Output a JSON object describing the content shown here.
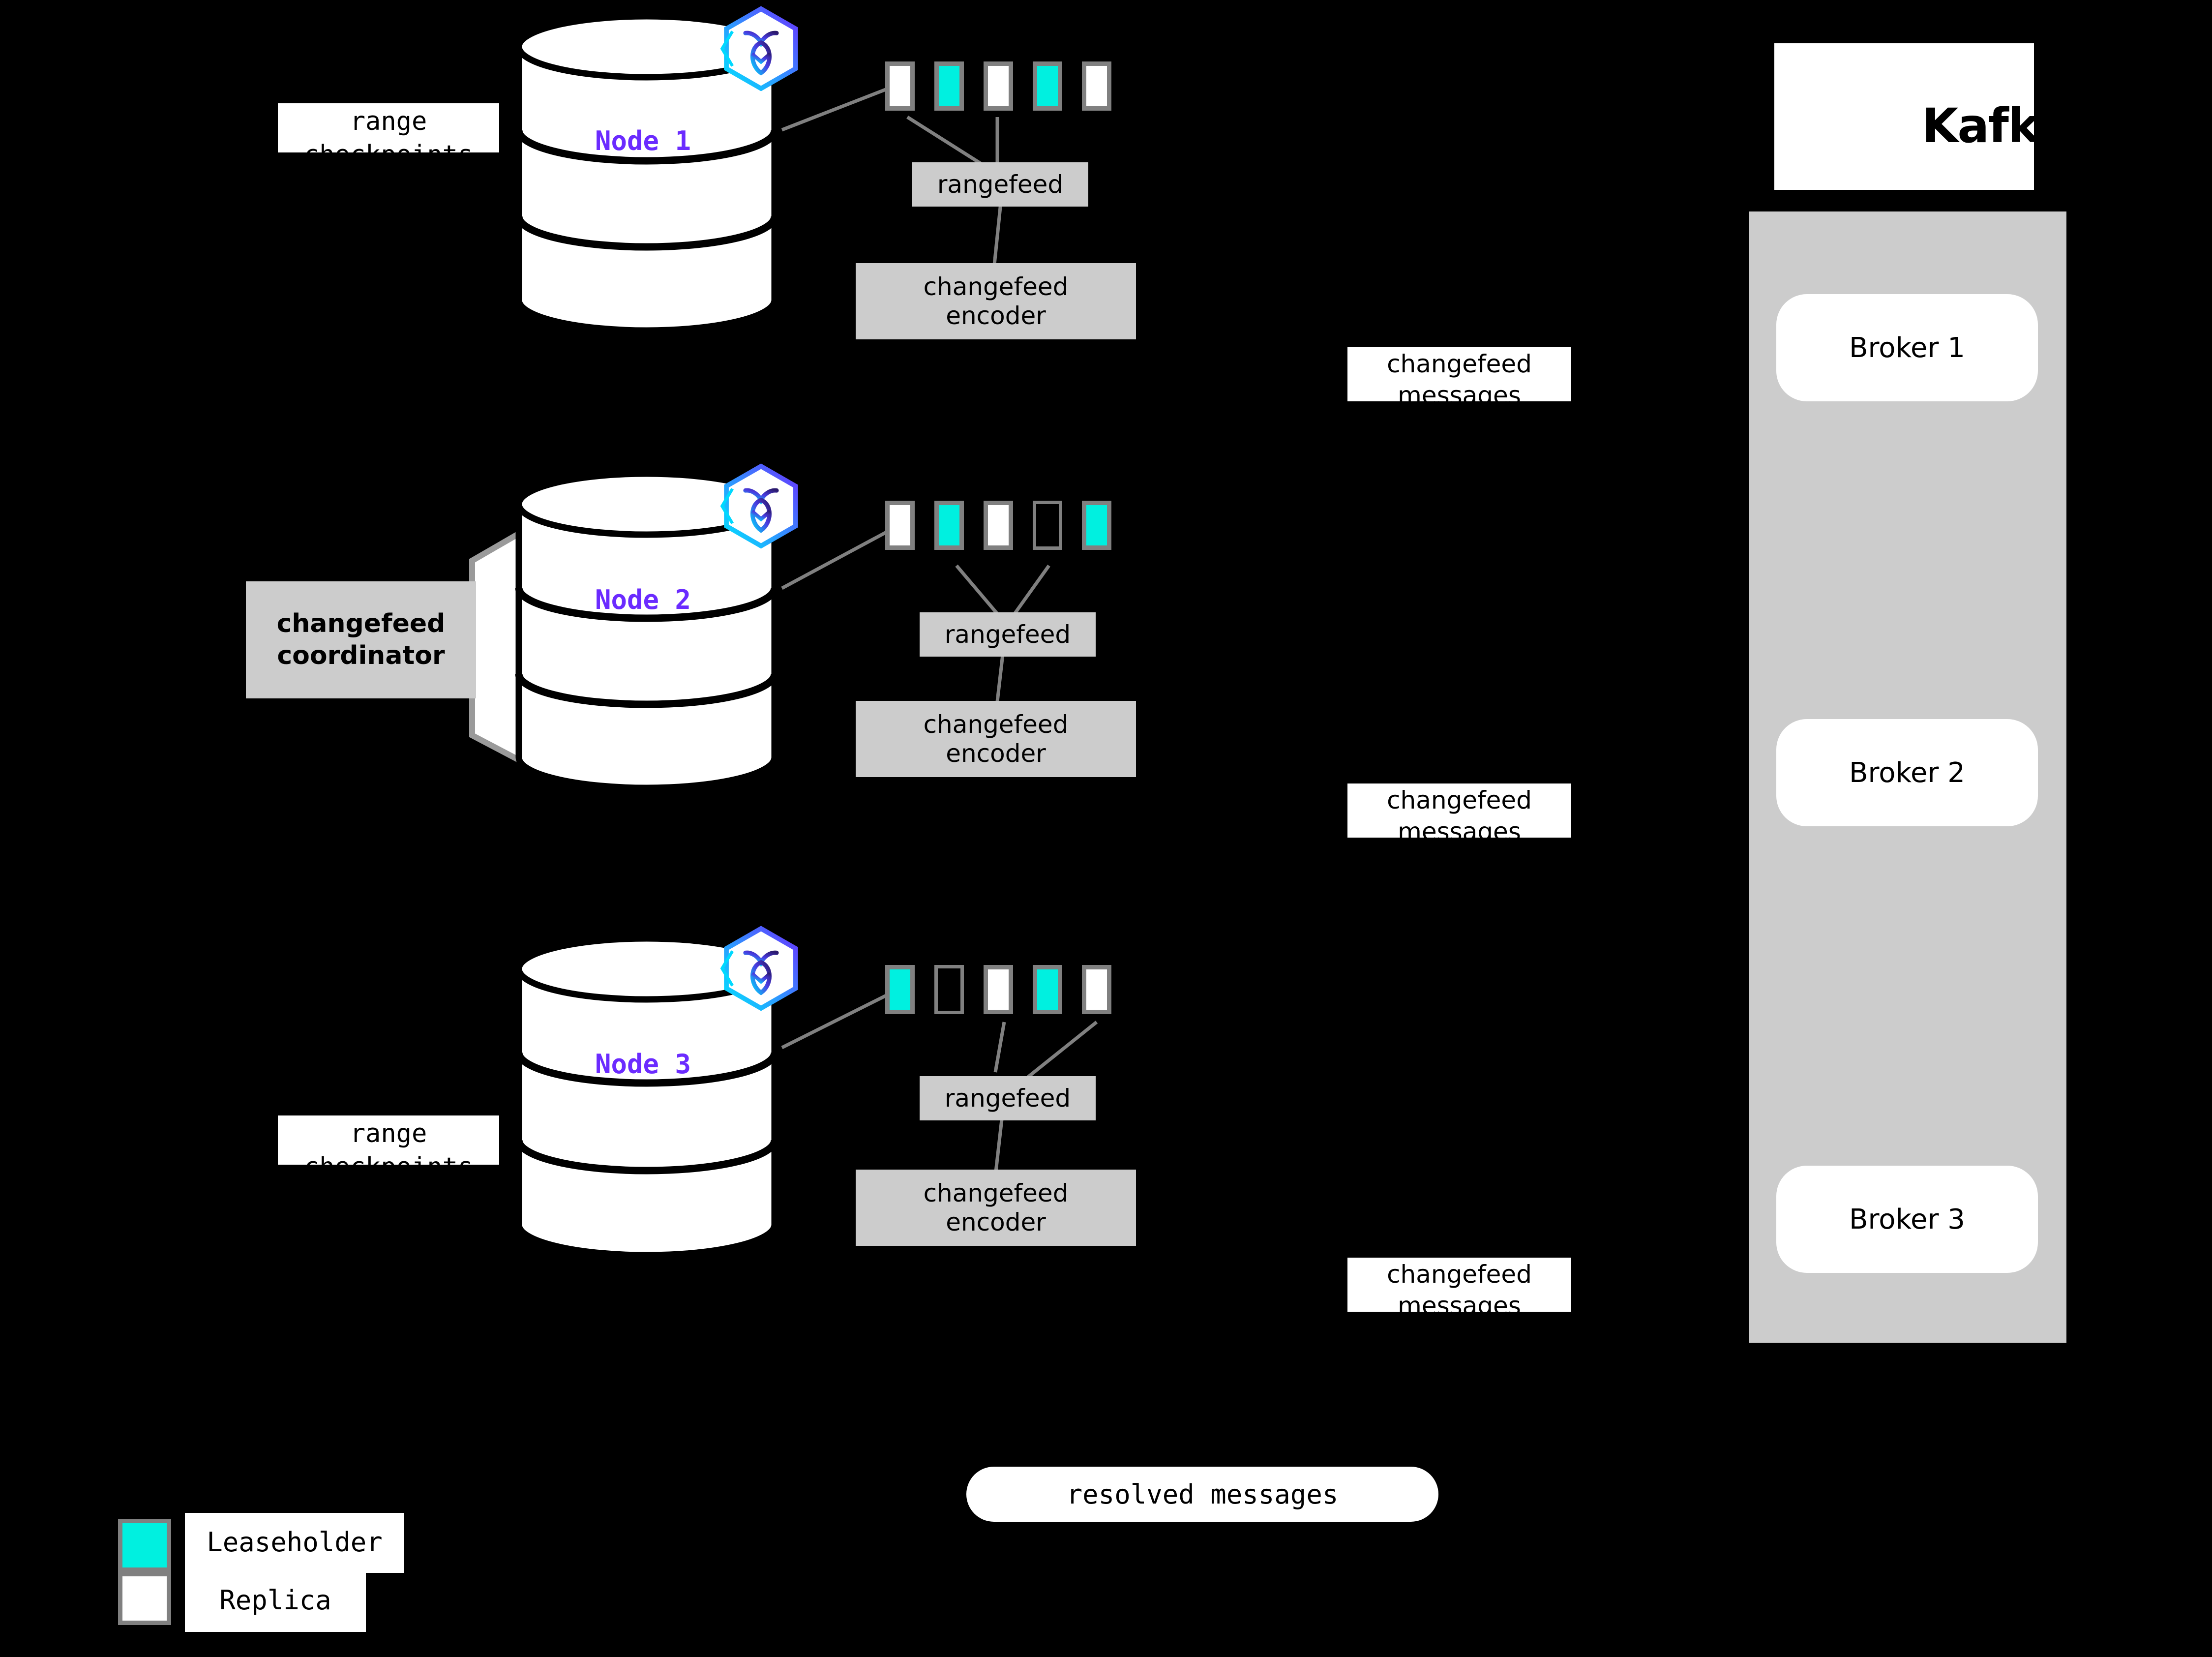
{
  "background_color": "#000000",
  "colors": {
    "leaseholder": "#00F0E0",
    "replica": "#FFFFFF",
    "replica_border": "#808080",
    "process_box": "#CCCCCC",
    "node_label": "#6B2BFF",
    "connector": "#808080",
    "kafka_panel": "#CCCCCC",
    "cockroach_gradient_start": "#00E5FF",
    "cockroach_gradient_end": "#6933FF"
  },
  "nodes": [
    {
      "id": "node-1",
      "label": "Node 1",
      "logo_icon": "cockroachdb-hexagon-icon",
      "replicas": [
        "replica",
        "leaseholder",
        "replica",
        "leaseholder",
        "replica"
      ],
      "rangefeed_label": "rangefeed",
      "encoder_label": "changefeed\nencoder",
      "encoder_line1": "changefeed",
      "encoder_line2": "encoder",
      "side_label_line1": "range",
      "side_label_line2": "checkpoints",
      "has_side_label": true,
      "has_coordinator": false
    },
    {
      "id": "node-2",
      "label": "Node 2",
      "logo_icon": "cockroachdb-hexagon-icon",
      "replicas": [
        "replica",
        "leaseholder",
        "replica",
        "empty",
        "leaseholder"
      ],
      "rangefeed_label": "rangefeed",
      "encoder_line1": "changefeed",
      "encoder_line2": "encoder",
      "has_side_label": false,
      "has_coordinator": true,
      "coordinator_line1": "changefeed",
      "coordinator_line2": "coordinator"
    },
    {
      "id": "node-3",
      "label": "Node 3",
      "logo_icon": "cockroachdb-hexagon-icon",
      "replicas": [
        "leaseholder",
        "empty",
        "replica",
        "leaseholder",
        "replica"
      ],
      "rangefeed_label": "rangefeed",
      "encoder_line1": "changefeed",
      "encoder_line2": "encoder",
      "side_label_line1": "range",
      "side_label_line2": "checkpoints",
      "has_side_label": true,
      "has_coordinator": false
    }
  ],
  "messages": [
    {
      "id": "msg-1",
      "line1": "changefeed",
      "line2": "messages"
    },
    {
      "id": "msg-2",
      "line1": "changefeed",
      "line2": "messages"
    },
    {
      "id": "msg-3",
      "line1": "changefeed",
      "line2": "messages"
    }
  ],
  "resolved": {
    "label": "resolved messages"
  },
  "kafka": {
    "logo_text": "Kafka",
    "logo_icon": "kafka-nodes-icon",
    "brokers": [
      {
        "id": "broker-1",
        "label": "Broker 1"
      },
      {
        "id": "broker-2",
        "label": "Broker 2"
      },
      {
        "id": "broker-3",
        "label": "Broker 3"
      }
    ]
  },
  "legend": {
    "items": [
      {
        "id": "legend-leaseholder",
        "swatch": "leaseholder",
        "label": "Leaseholder"
      },
      {
        "id": "legend-replica",
        "swatch": "replica",
        "label": "Replica"
      }
    ]
  }
}
